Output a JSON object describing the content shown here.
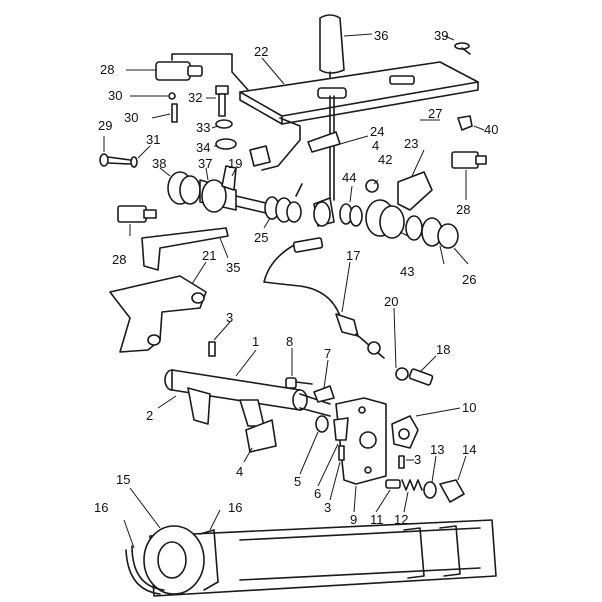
{
  "callouts": [
    {
      "id": "c1",
      "text": "1"
    },
    {
      "id": "c2",
      "text": "2"
    },
    {
      "id": "c3a",
      "text": "3"
    },
    {
      "id": "c3b",
      "text": "3"
    },
    {
      "id": "c3c",
      "text": "3"
    },
    {
      "id": "c4",
      "text": "4"
    },
    {
      "id": "c4b",
      "text": "4"
    },
    {
      "id": "c5",
      "text": "5"
    },
    {
      "id": "c6",
      "text": "6"
    },
    {
      "id": "c7",
      "text": "7"
    },
    {
      "id": "c8",
      "text": "8"
    },
    {
      "id": "c9",
      "text": "9"
    },
    {
      "id": "c10",
      "text": "10"
    },
    {
      "id": "c11",
      "text": "11"
    },
    {
      "id": "c12",
      "text": "12"
    },
    {
      "id": "c13",
      "text": "13"
    },
    {
      "id": "c14",
      "text": "14"
    },
    {
      "id": "c15",
      "text": "15"
    },
    {
      "id": "c16a",
      "text": "16"
    },
    {
      "id": "c16b",
      "text": "16"
    },
    {
      "id": "c17",
      "text": "17"
    },
    {
      "id": "c18",
      "text": "18"
    },
    {
      "id": "c19",
      "text": "19"
    },
    {
      "id": "c20",
      "text": "20"
    },
    {
      "id": "c21",
      "text": "21"
    },
    {
      "id": "c22",
      "text": "22"
    },
    {
      "id": "c23",
      "text": "23"
    },
    {
      "id": "c24",
      "text": "24"
    },
    {
      "id": "c25",
      "text": "25"
    },
    {
      "id": "c26",
      "text": "26"
    },
    {
      "id": "c27",
      "text": "27"
    },
    {
      "id": "c28a",
      "text": "28"
    },
    {
      "id": "c28b",
      "text": "28"
    },
    {
      "id": "c28c",
      "text": "28"
    },
    {
      "id": "c29",
      "text": "29"
    },
    {
      "id": "c30a",
      "text": "30"
    },
    {
      "id": "c30b",
      "text": "30"
    },
    {
      "id": "c31",
      "text": "31"
    },
    {
      "id": "c32",
      "text": "32"
    },
    {
      "id": "c33",
      "text": "33"
    },
    {
      "id": "c34",
      "text": "34"
    },
    {
      "id": "c35",
      "text": "35"
    },
    {
      "id": "c36",
      "text": "36"
    },
    {
      "id": "c37",
      "text": "37"
    },
    {
      "id": "c38",
      "text": "38"
    },
    {
      "id": "c39",
      "text": "39"
    },
    {
      "id": "c40",
      "text": "40"
    },
    {
      "id": "c42",
      "text": "42"
    },
    {
      "id": "c43",
      "text": "43"
    },
    {
      "id": "c44",
      "text": "44"
    }
  ]
}
